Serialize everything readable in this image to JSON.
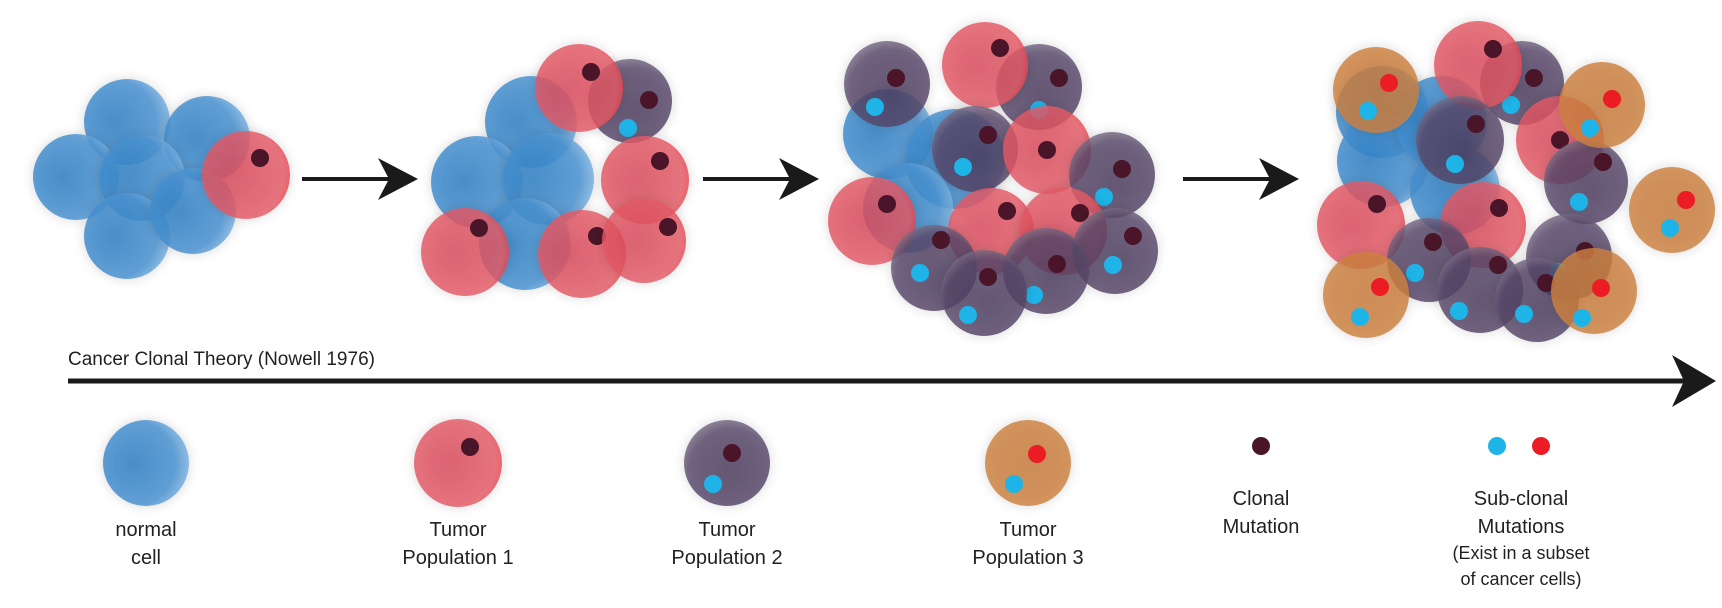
{
  "diagram": {
    "timeline_label": "Cancer Clonal Theory (Nowell 1976)",
    "colors": {
      "normal": "#3a86c8",
      "pop1": "#e0505e",
      "pop2": "#4e3d5f",
      "pop3": "#c87a3a",
      "clonal_dot": "#4a1528",
      "subclonal_blue": "#1eb4e8",
      "subclonal_red": "#ec1c24",
      "arrow": "#1a1a1a"
    }
  },
  "legend": {
    "normal": {
      "line1": "normal",
      "line2": "cell"
    },
    "pop1": {
      "line1": "Tumor",
      "line2": "Population 1"
    },
    "pop2": {
      "line1": "Tumor",
      "line2": "Population 2"
    },
    "pop3": {
      "line1": "Tumor",
      "line2": "Population 3"
    },
    "clonal": {
      "line1": "Clonal",
      "line2": "Mutation"
    },
    "subclonal": {
      "line1": "Sub-clonal",
      "line2": "Mutations",
      "line3": "(Exist in a subset",
      "line4": "of cancer cells)"
    }
  }
}
